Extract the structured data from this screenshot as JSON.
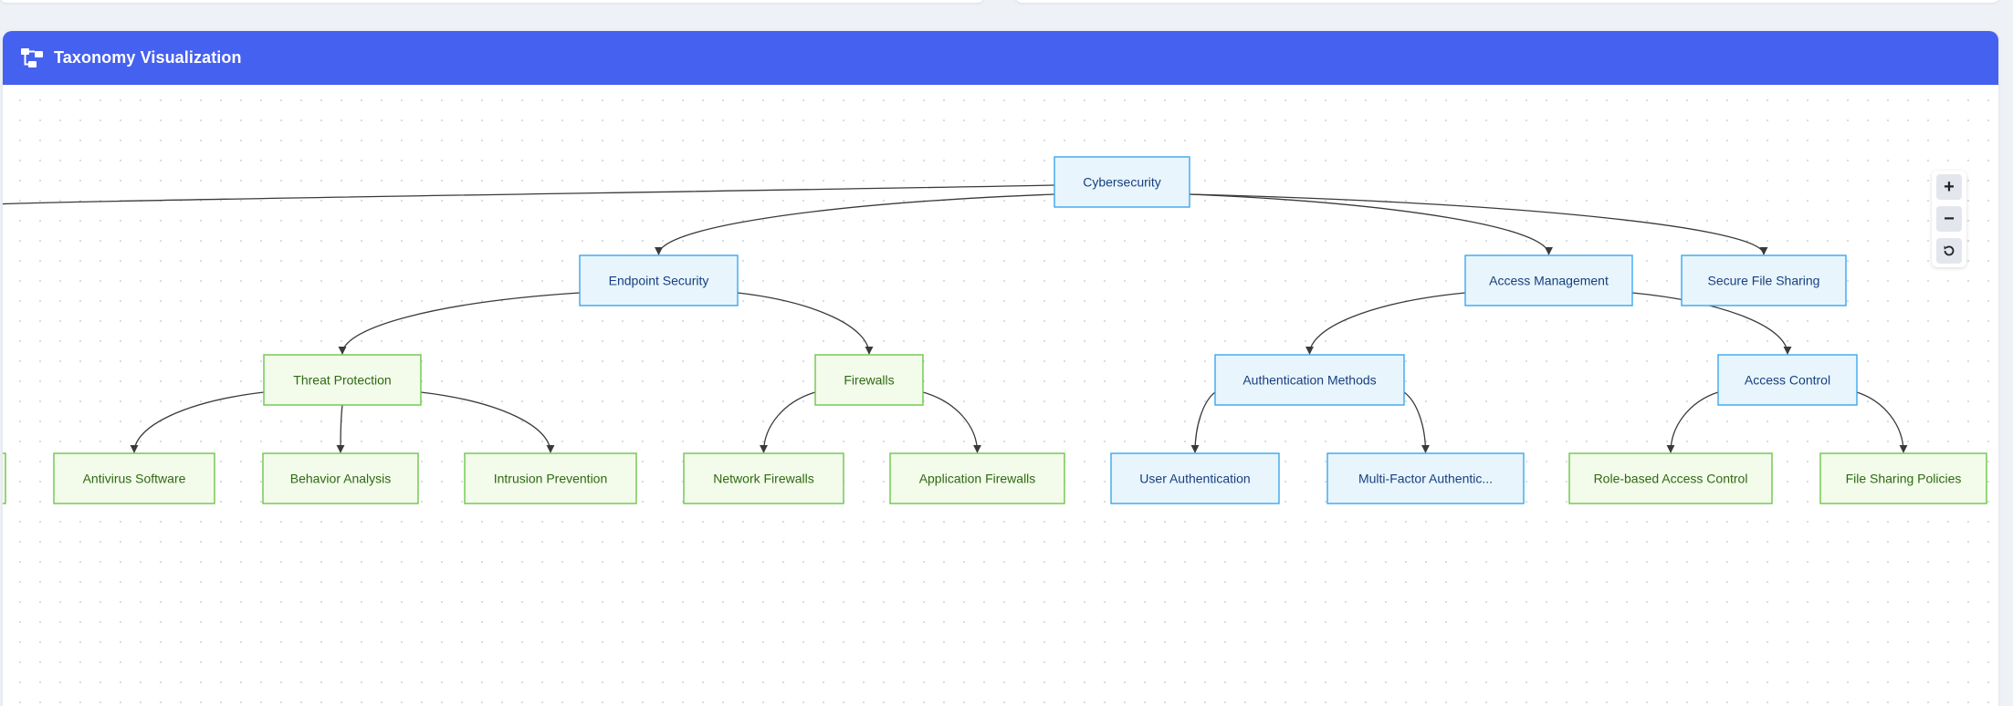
{
  "header": {
    "title": "Taxonomy Visualization",
    "icon": "hierarchy-icon",
    "color": "#4561f0"
  },
  "zoom": {
    "zoom_in_label": "+",
    "zoom_out_label": "−",
    "reset_icon": "reset-icon"
  },
  "colors": {
    "blue_fill": "#e8f5fc",
    "blue_border": "#3aa7ee",
    "green_fill": "#f3fbea",
    "green_border": "#6cc64a"
  },
  "tree": {
    "nodes": [
      {
        "id": "cybersecurity",
        "label": "Cybersecurity",
        "style": "blue"
      },
      {
        "id": "endpoint-security",
        "label": "Endpoint Security",
        "style": "blue"
      },
      {
        "id": "access-management",
        "label": "Access Management",
        "style": "blue"
      },
      {
        "id": "secure-file-sharing",
        "label": "Secure File Sharing",
        "style": "blue"
      },
      {
        "id": "threat-protection",
        "label": "Threat Protection",
        "style": "green"
      },
      {
        "id": "firewalls",
        "label": "Firewalls",
        "style": "green"
      },
      {
        "id": "authentication-methods",
        "label": "Authentication Methods",
        "style": "blue"
      },
      {
        "id": "access-control",
        "label": "Access Control",
        "style": "blue"
      },
      {
        "id": "antivirus-software",
        "label": "Antivirus Software",
        "style": "green"
      },
      {
        "id": "behavior-analysis",
        "label": "Behavior Analysis",
        "style": "green"
      },
      {
        "id": "intrusion-prevention",
        "label": "Intrusion Prevention",
        "style": "green"
      },
      {
        "id": "network-firewalls",
        "label": "Network Firewalls",
        "style": "green"
      },
      {
        "id": "application-firewalls",
        "label": "Application Firewalls",
        "style": "green"
      },
      {
        "id": "user-authentication",
        "label": "User Authentication",
        "style": "blue"
      },
      {
        "id": "multi-factor-authentication",
        "label": "Multi-Factor Authentic...",
        "style": "blue"
      },
      {
        "id": "role-based-access-control",
        "label": "Role-based Access Control",
        "style": "green"
      },
      {
        "id": "file-sharing-policies",
        "label": "File Sharing Policies",
        "style": "green"
      },
      {
        "id": "offscreen-left-leaf",
        "label": "",
        "style": "green"
      }
    ],
    "edges": [
      {
        "from": "cybersecurity",
        "to": "offscreen-left"
      },
      {
        "from": "cybersecurity",
        "to": "endpoint-security"
      },
      {
        "from": "cybersecurity",
        "to": "access-management"
      },
      {
        "from": "cybersecurity",
        "to": "secure-file-sharing"
      },
      {
        "from": "endpoint-security",
        "to": "threat-protection"
      },
      {
        "from": "endpoint-security",
        "to": "firewalls"
      },
      {
        "from": "access-management",
        "to": "authentication-methods"
      },
      {
        "from": "access-management",
        "to": "access-control"
      },
      {
        "from": "threat-protection",
        "to": "antivirus-software"
      },
      {
        "from": "threat-protection",
        "to": "behavior-analysis"
      },
      {
        "from": "threat-protection",
        "to": "intrusion-prevention"
      },
      {
        "from": "firewalls",
        "to": "network-firewalls"
      },
      {
        "from": "firewalls",
        "to": "application-firewalls"
      },
      {
        "from": "authentication-methods",
        "to": "user-authentication"
      },
      {
        "from": "authentication-methods",
        "to": "multi-factor-authentication"
      },
      {
        "from": "access-control",
        "to": "role-based-access-control"
      },
      {
        "from": "access-control",
        "to": "file-sharing-policies"
      }
    ]
  }
}
